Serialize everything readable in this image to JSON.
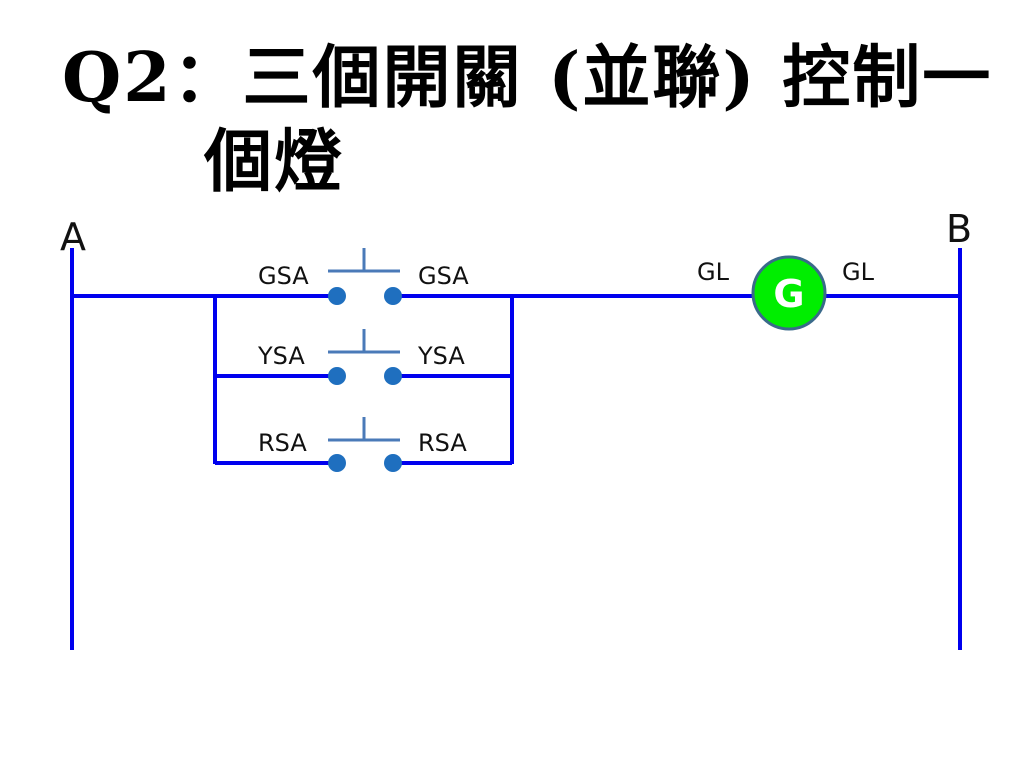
{
  "title": {
    "line1": "Q2：三個開關 (並聯) 控制一",
    "line2": "個燈"
  },
  "rails": {
    "left_label": "A",
    "right_label": "B"
  },
  "switches": [
    {
      "left_label": "GSA",
      "right_label": "GSA"
    },
    {
      "left_label": "YSA",
      "right_label": "YSA"
    },
    {
      "left_label": "RSA",
      "right_label": "RSA"
    }
  ],
  "lamp": {
    "symbol": "G",
    "left_label": "GL",
    "right_label": "GL",
    "color": "#00ee00"
  },
  "colors": {
    "wire": "#0000ee",
    "contact": "#1f6fbf",
    "switch_bar": "#4a7ab8"
  }
}
